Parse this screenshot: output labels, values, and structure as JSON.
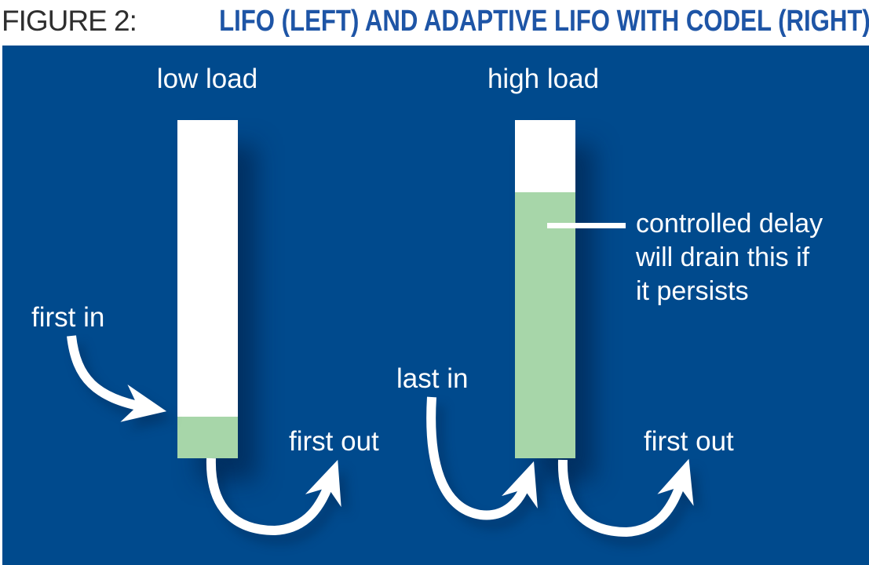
{
  "figure": {
    "label": "FIGURE 2:",
    "title": "LIFO (LEFT) AND ADAPTIVE LIFO WITH CODEL (RIGHT)"
  },
  "colors": {
    "panel_background": "#004a8d",
    "queue_empty": "#ffffff",
    "queue_filled": "#a7d6a9",
    "title_accent": "#1e55a6",
    "title_label": "#2e2e2e",
    "annotation_text": "#ffffff"
  },
  "left_queue": {
    "load_label": "low load",
    "in_label": "first in",
    "out_label": "first out"
  },
  "right_queue": {
    "load_label": "high load",
    "in_label": "last in",
    "out_label": "first out",
    "callout": "controlled delay\nwill drain this if\nit persists"
  }
}
